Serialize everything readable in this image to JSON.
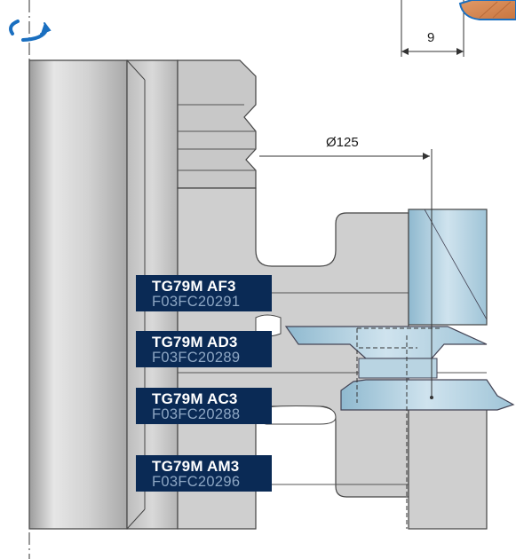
{
  "dimensions": {
    "width_dim": "9",
    "diameter_dim": "Ø125"
  },
  "tools": [
    {
      "code": "TG79M AF3",
      "ref": "F03FC20291"
    },
    {
      "code": "TG79M AD3",
      "ref": "F03FC20289"
    },
    {
      "code": "TG79M AC3",
      "ref": "F03FC20288"
    },
    {
      "code": "TG79M AM3",
      "ref": "F03FC20296"
    }
  ],
  "colors": {
    "label_bg": "#0a2a55",
    "label_code": "#ffffff",
    "label_ref": "#8ea7c4",
    "rotation_arrow": "#1a6fc0",
    "work_piece": "#d88b55"
  },
  "icons": {
    "rotation": "rotation-arrow-icon"
  }
}
